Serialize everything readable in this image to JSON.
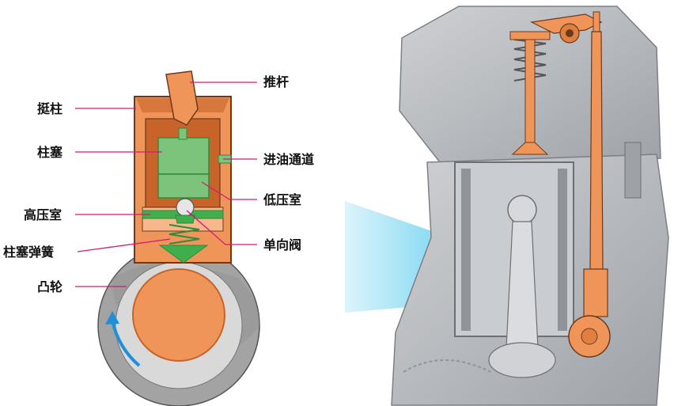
{
  "labels": {
    "push_rod": "推杆",
    "tappet": "挺柱",
    "plunger": "柱塞",
    "oil_passage": "进油通道",
    "low_pressure_chamber": "低压室",
    "high_pressure_chamber": "高压室",
    "check_valve": "单向阀",
    "plunger_spring": "柱塞弹簧",
    "cam": "凸轮"
  },
  "colors": {
    "copper": "#f0955a",
    "copper_dark": "#c8642a",
    "green": "#7cc47c",
    "green_dark": "#2e8b3a",
    "leader": "#d4177e",
    "cam_ring": "#9b9b9b",
    "arrow": "#1e90d8",
    "engine_grey": "#b4b7bb",
    "beam": "#19b8e8"
  },
  "icons": {
    "rotation": "cam-rotation-arrow-icon"
  }
}
